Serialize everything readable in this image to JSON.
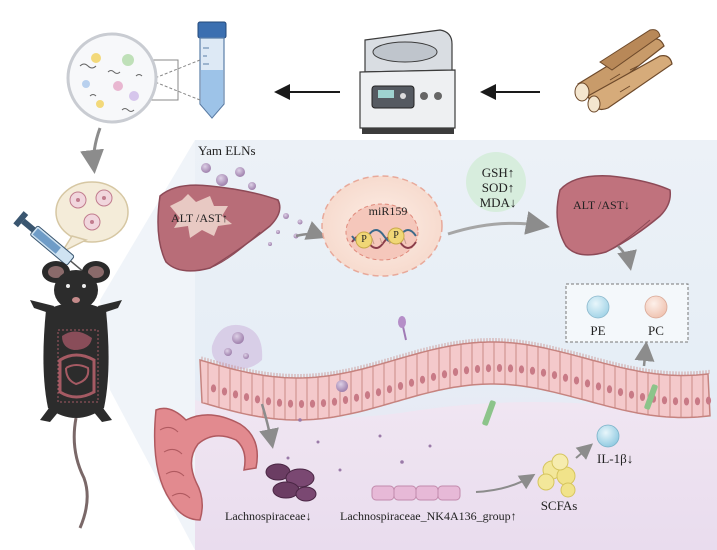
{
  "labels": {
    "yam_elns": "Yam ELNs",
    "liver_before": "ALT /AST↑",
    "liver_after": "ALT /AST↓",
    "mirna": "miR159",
    "p_left": "P",
    "p_right": "P",
    "gsh": "GSH↑",
    "sod": "SOD↑",
    "mda": "MDA↓",
    "pe": "PE",
    "pc": "PC",
    "il1b": "IL-1β↓",
    "scfas": "SCFAs",
    "lachno_down": "Lachnospiraceae↓",
    "lachno_up": "Lachnospiraceae_NK4A136_group↑"
  },
  "colors": {
    "panel_bg": "#e9eff6",
    "intestine_lower": "#eadff0",
    "liver": "#b86d78",
    "liver_dark": "#9a5362",
    "vesicle": "#9a7aa8",
    "cell_bg": "#fbe4d8",
    "antioxidant_bubble": "#d7eddd",
    "pe_dot": "#bfe3f1",
    "pc_dot": "#f7d8cc",
    "scfa": "#f1e38a",
    "bacteria_dark": "#6b3d63",
    "bacteria_light": "#e7b9d7",
    "villi_fill": "#f4c9cb",
    "villi_stroke": "#c6837f",
    "arrow_gray": "#8c8c8c",
    "arrow_black": "#1a1a1a"
  }
}
